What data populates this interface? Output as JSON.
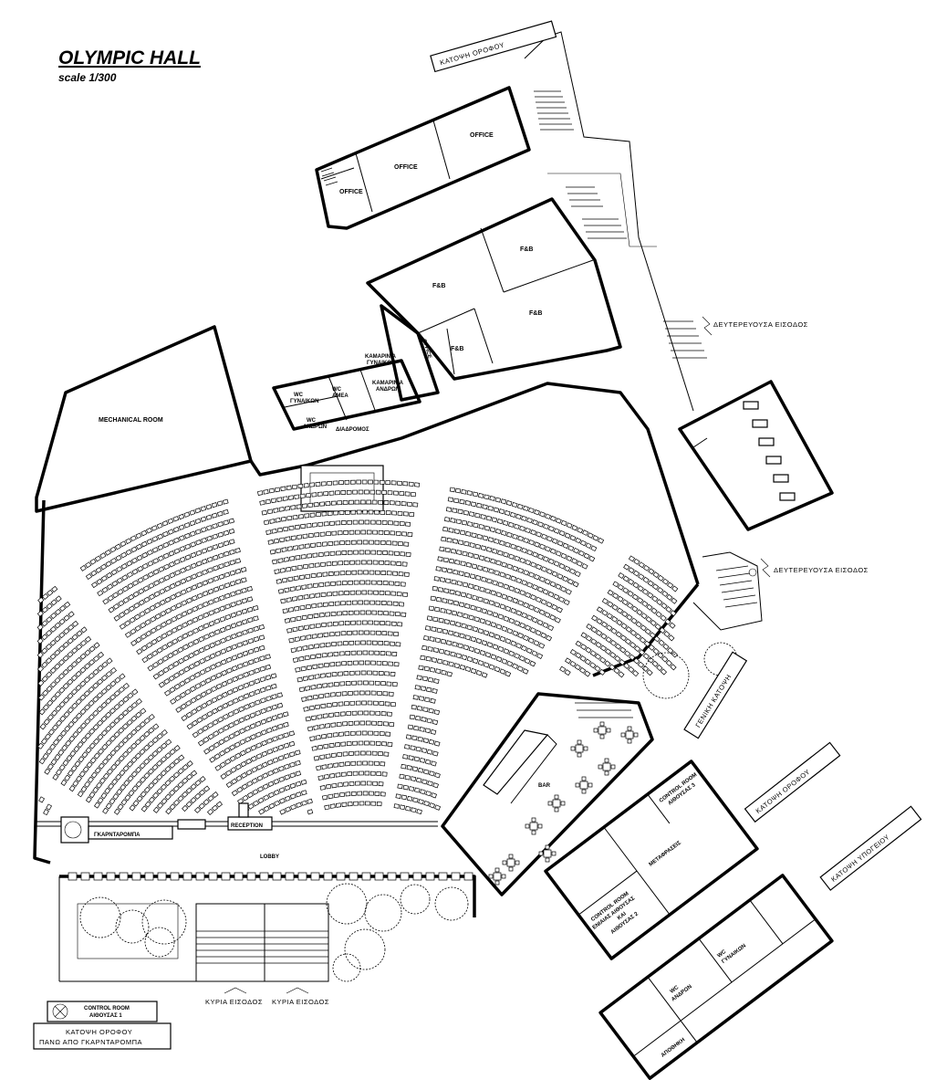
{
  "header": {
    "title": "OLYMPIC HALL",
    "scale": "scale 1/300"
  },
  "rooms": {
    "office_1": "OFFICE",
    "office_2": "OFFICE",
    "office_3": "OFFICE",
    "office_side": "OFFICE",
    "fb_1": "F&B",
    "fb_2": "F&B",
    "fb_3": "F&B",
    "fb_4": "F&B",
    "mechanical": "MECHANICAL ROOM",
    "dressing_women_1": "ΚΑΜΑΡΙΝΙΑ",
    "dressing_women_2": "ΓΥΝΑΙΚΩΝ",
    "dressing_men_1": "ΚΑΜΑΡΙΝΙΑ",
    "dressing_men_2": "ΑΝΔΡΩΝ",
    "wc_women_a": "WC",
    "wc_women_b": "ΓΥΝΑΙΚΩΝ",
    "wc_amea_a": "WC",
    "wc_amea_b": "ΑΜΕΑ",
    "wc_men_a": "WC",
    "wc_men_b": "ΑΝΔΡΩΝ",
    "corridor": "ΔΙΑΔΡΟΜΟΣ",
    "bar": "BAR",
    "cloakroom": "ΓΚΑΡΝΤΑΡΟΜΠΑ",
    "reception": "RECEPTION",
    "lobby": "LOBBY",
    "control_room_3_a": "CONTROL ROOM",
    "control_room_3_b": "ΑΙΘΟΥΣΑΣ 3",
    "translations": "ΜΕΤΑΦΡΑΣΕΙΣ",
    "control_room_2_a": "CONTROL ROOM",
    "control_room_2_b": "ΕΝΙΑΙΑΣ ΑΙΘΟΥΣΑΣ",
    "control_room_2_c": "ΚΑΙ",
    "control_room_2_d": "ΑΙΘΟΥΣΑΣ 2",
    "basement_wc_women_a": "WC",
    "basement_wc_women_b": "ΓΥΝΑΙΚΩΝ",
    "basement_wc_men_a": "WC",
    "basement_wc_men_b": "ΑΝΔΡΩΝ",
    "storage": "ΑΠΟΘΗΚΗ"
  },
  "entrances": {
    "secondary_1": "ΔΕΥΤΕΡΕΥΟΥΣΑ ΕΙΣΟΔΟΣ",
    "secondary_2": "ΔΕΥΤΕΡΕΥΟΥΣΑ ΕΙΣΟΔΟΣ",
    "main_1": "ΚΥΡΙΑ ΕΙΣΟΔΟΣ",
    "main_2": "ΚΥΡΙΑ ΕΙΣΟΔΟΣ"
  },
  "signs": {
    "upper_floor_top": "ΚΑΤΟΨΗ ΟΡΟΦΟΥ",
    "general_plan": "ΓΕΝΙΚΗ ΚΑΤΟΨΗ",
    "upper_floor_right": "ΚΑΤΟΨΗ ΟΡΟΦΟΥ",
    "basement_plan": "ΚΑΤΟΨΗ ΥΠΟΓΕΙΟΥ"
  },
  "legend": {
    "control_room_1_a": "CONTROL ROOM",
    "control_room_1_b": "ΑΙΘΟΥΣΑΣ 1",
    "caption_1": "ΚΑΤΟΨΗ ΟΡΟΦΟΥ",
    "caption_2": "ΠΑΝΩ ΑΠΟ ΓΚΑΡΝΤΑΡΟΜΠΑ"
  }
}
